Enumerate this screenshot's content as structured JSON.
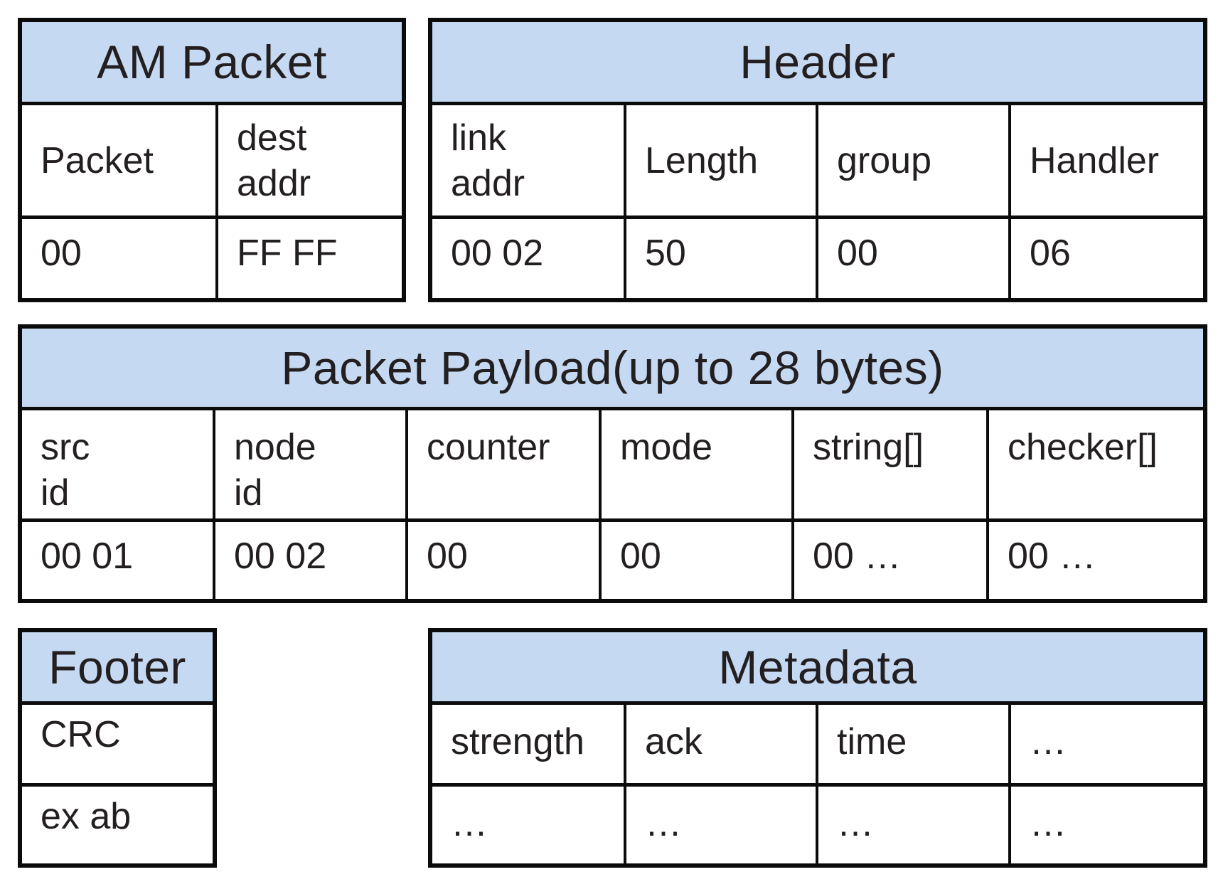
{
  "palette": {
    "table_header_fill": "#c6d9f2",
    "table_border": "#0b0b0b",
    "text_color": "#231f20",
    "page_background": "#ffffff"
  },
  "tables": {
    "am_packet": {
      "title": "AM Packet",
      "fields": [
        {
          "label": "Packet",
          "value": "00"
        },
        {
          "label": "dest\naddr",
          "value": "FF FF"
        }
      ]
    },
    "header": {
      "title": "Header",
      "fields": [
        {
          "label": "link\naddr",
          "value": "00 02"
        },
        {
          "label": "Length",
          "value": "50"
        },
        {
          "label": "group",
          "value": "00"
        },
        {
          "label": "Handler",
          "value": "06"
        }
      ]
    },
    "packet_payload": {
      "title": "Packet Payload(up to 28 bytes)",
      "fields": [
        {
          "label": "src\nid",
          "value": "00 01"
        },
        {
          "label": "node\nid",
          "value": "00 02"
        },
        {
          "label": "counter",
          "value": "00"
        },
        {
          "label": "mode",
          "value": "00"
        },
        {
          "label": "string[]",
          "value": "00 …"
        },
        {
          "label": "checker[]",
          "value": "00 …"
        }
      ]
    },
    "footer": {
      "title": "Footer",
      "rows": [
        "CRC",
        "ex ab"
      ]
    },
    "metadata": {
      "title": "Metadata",
      "fields": [
        {
          "label": "strength",
          "value": "…"
        },
        {
          "label": "ack",
          "value": "…"
        },
        {
          "label": "time",
          "value": "…"
        },
        {
          "label": "…",
          "value": "…"
        }
      ]
    }
  }
}
